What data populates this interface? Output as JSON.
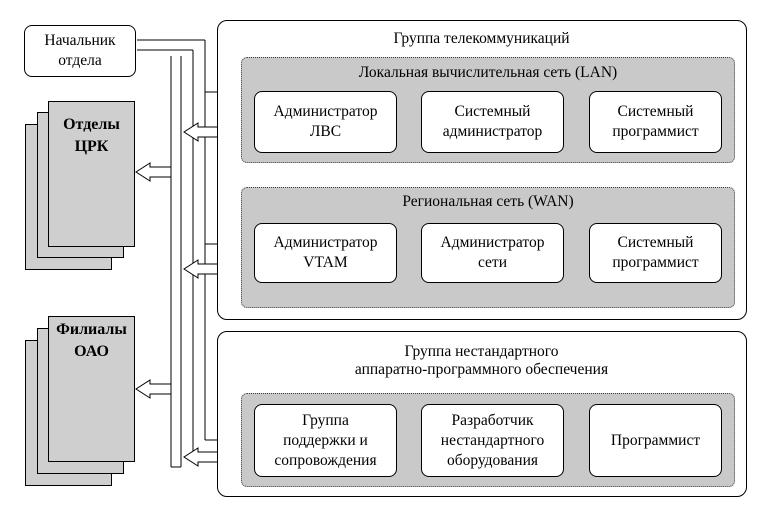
{
  "head": {
    "label": "Начальник\nотдела"
  },
  "left_groups": [
    {
      "label": "Отделы\nЦРК"
    },
    {
      "label": "Филиалы\nОАО"
    }
  ],
  "group_telecom": {
    "title": "Группа телекоммуникаций",
    "subgroups": [
      {
        "title": "Локальная вычислительная сеть (LAN)",
        "roles": [
          "Администратор\nЛВС",
          "Системный\nадминистратор",
          "Системный\nпрограммист"
        ]
      },
      {
        "title": "Региональная сеть (WAN)",
        "roles": [
          "Администратор\nVTAM",
          "Администратор\nсети",
          "Системный\nпрограммист"
        ]
      }
    ]
  },
  "group_nonstandard": {
    "title": "Группа нестандартного\nаппаратно-программного обеспечения",
    "roles": [
      "Группа\nподдержки и\nсопровождения",
      "Разработчик\nнестандартного\nоборудования",
      "Программист"
    ]
  },
  "colors": {
    "panel_fill": "#c9c9c9",
    "stack_fill": "#cfcfcf",
    "line": "#000000"
  }
}
